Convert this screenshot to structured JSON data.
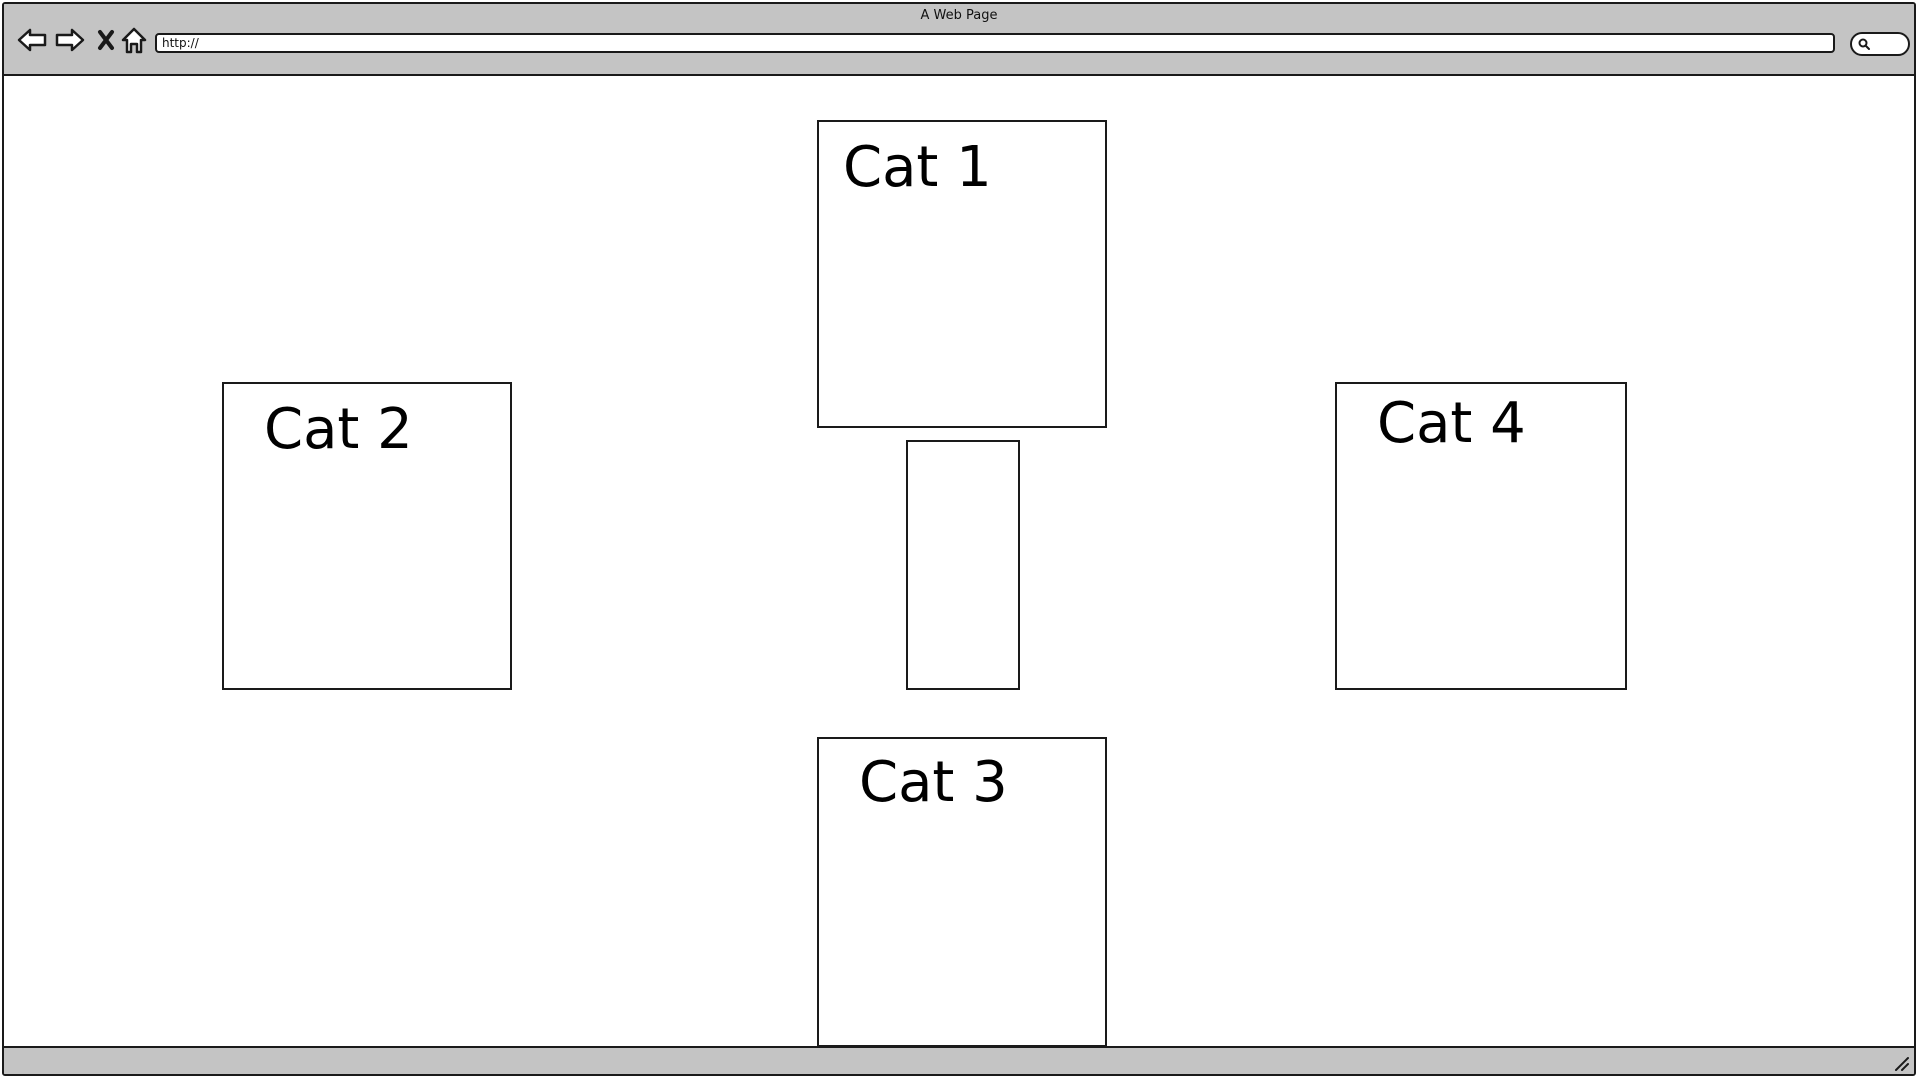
{
  "window": {
    "title": "A Web Page"
  },
  "toolbar": {
    "back_icon": "arrow-left-icon",
    "forward_icon": "arrow-right-icon",
    "stop_icon": "close-icon",
    "home_icon": "home-icon",
    "url": "http://",
    "search_icon": "search-icon"
  },
  "content": {
    "categories": [
      {
        "label": "Cat 1"
      },
      {
        "label": "Cat 2"
      },
      {
        "label": "Cat 3"
      },
      {
        "label": "Cat 4"
      }
    ]
  },
  "colors": {
    "chrome": "#c4c4c4",
    "border": "#1a1a1a",
    "background": "#ffffff"
  }
}
